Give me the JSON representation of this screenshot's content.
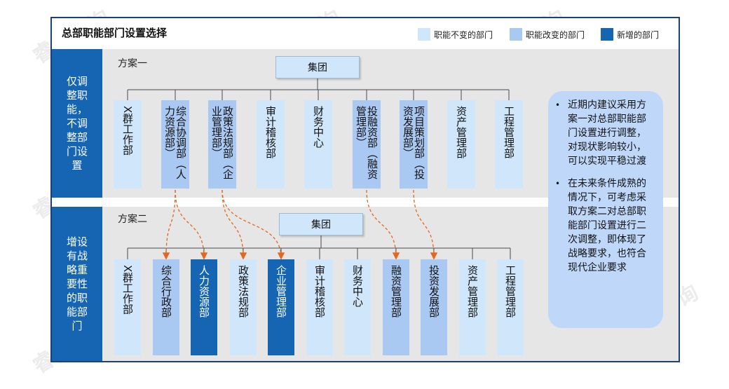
{
  "title": "总部职能部门设置选择",
  "legend": [
    {
      "label": "职能不变的部门",
      "color": "#cfe6fb"
    },
    {
      "label": "职能改变的部门",
      "color": "#a9c8f2"
    },
    {
      "label": "新增的部门",
      "color": "#1565b3"
    }
  ],
  "scheme1": {
    "sidebar": "仅调整职能，不调整部门设置",
    "label": "方案一",
    "root": "集团",
    "depts": [
      {
        "text": "X群工作部",
        "kind": "same"
      },
      {
        "text": "综合协调部（人力资源部）",
        "kind": "chg"
      },
      {
        "text": "政策法规部（企业管理部）",
        "kind": "chg"
      },
      {
        "text": "审计稽核部",
        "kind": "same"
      },
      {
        "text": "财务中心",
        "kind": "same"
      },
      {
        "text": "投融资部（融资管理部）",
        "kind": "chg"
      },
      {
        "text": "项目策划部（投资发展部）",
        "kind": "chg"
      },
      {
        "text": "资产管理部",
        "kind": "same"
      },
      {
        "text": "工程管理部",
        "kind": "same"
      }
    ]
  },
  "scheme2": {
    "sidebar": "增设有战略重要性的职能部门",
    "label": "方案二",
    "root": "集团",
    "depts": [
      {
        "text": "X群工作部",
        "kind": "same"
      },
      {
        "text": "综合行政部",
        "kind": "chg"
      },
      {
        "text": "人力资源部",
        "kind": "new"
      },
      {
        "text": "政策法规部",
        "kind": "same"
      },
      {
        "text": "企业管理部",
        "kind": "new"
      },
      {
        "text": "审计稽核部",
        "kind": "same"
      },
      {
        "text": "财务中心",
        "kind": "same"
      },
      {
        "text": "融资管理部",
        "kind": "chg"
      },
      {
        "text": "投资发展部",
        "kind": "chg"
      },
      {
        "text": "资产管理部",
        "kind": "same"
      },
      {
        "text": "工程管理部",
        "kind": "same"
      }
    ]
  },
  "notes": [
    "近期内建议采用方案一对总部职能部门设置进行调整，对现状影响较小，可以实现平稳过渡",
    "在未来条件成熟的情况下，可考虑采取方案二对总部职能部门设置进行二次调整，即体现了战略要求，也符合现代企业要求"
  ],
  "colors": {
    "same": "#cfe6fb",
    "chg": "#a9c8f2",
    "new": "#1565b3",
    "arrow": "#e06820",
    "sidebar": "#1565b3"
  },
  "watermark": "睿信咨询"
}
